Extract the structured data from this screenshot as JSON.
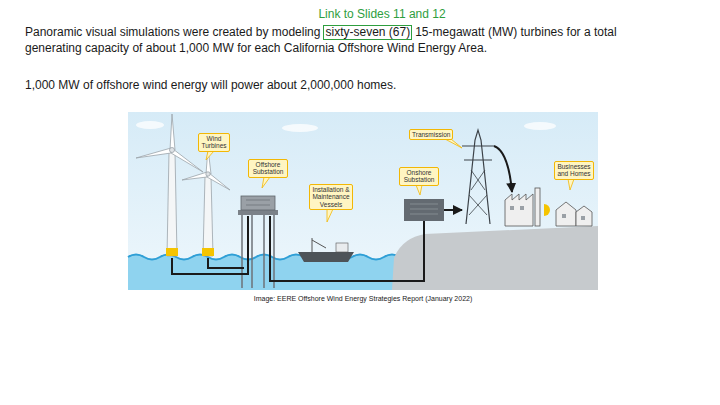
{
  "diagram": {
    "caption": "Image: EERE Offshore Wind Energy Strategies Report (January 2022)",
    "nodes": [
      {
        "text": [
          "sixty-seven (67)"
        ]
      },
      {
        "text": [
          "Wind Turbines"
        ]
      },
      {
        "text": [
          "Offshore Substation"
        ]
      },
      {
        "text": [
          "Installation & Maintenance Vessels"
        ]
      },
      {
        "text": [
          "Transmission"
        ]
      },
      {
        "text": [
          "Onshore Substation"
        ]
      },
      {
        "text": [
          "Businesses and Homes"
        ]
      }
    ],
    "labels": [
      "Link to Slides 11 and 12",
      "Panoramic visual simulations were created by modeling",
      "15-megawatt (MW) turbines for a total generating capacity of about 1,000 MW for each California Offshore Wind Energy Area.",
      "1,000 MW of offshore wind energy will power about 2,000,000 homes."
    ]
  }
}
